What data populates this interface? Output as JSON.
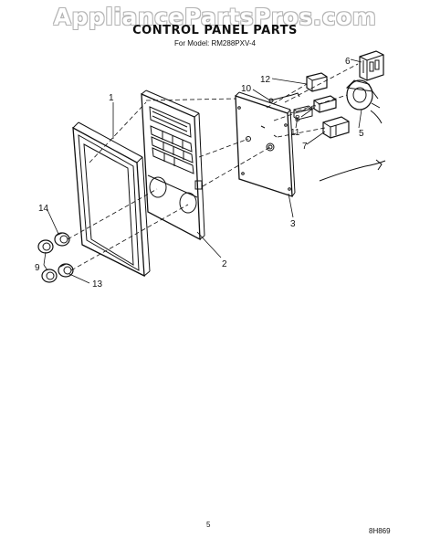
{
  "header": {
    "watermark": "AppliancePartsPros.com",
    "title": "CONTROL PANEL PARTS",
    "subtitle": "For Model: RM288PXV-4"
  },
  "callouts": {
    "c1": "1",
    "c2": "2",
    "c3": "3",
    "c5": "5",
    "c6": "6",
    "c7": "7",
    "c8": "8",
    "c9": "9",
    "c10": "10",
    "c11": "11",
    "c12": "12",
    "c13": "13",
    "c14": "14"
  },
  "footer": {
    "page_number": "5",
    "doc_code": "8H869"
  }
}
